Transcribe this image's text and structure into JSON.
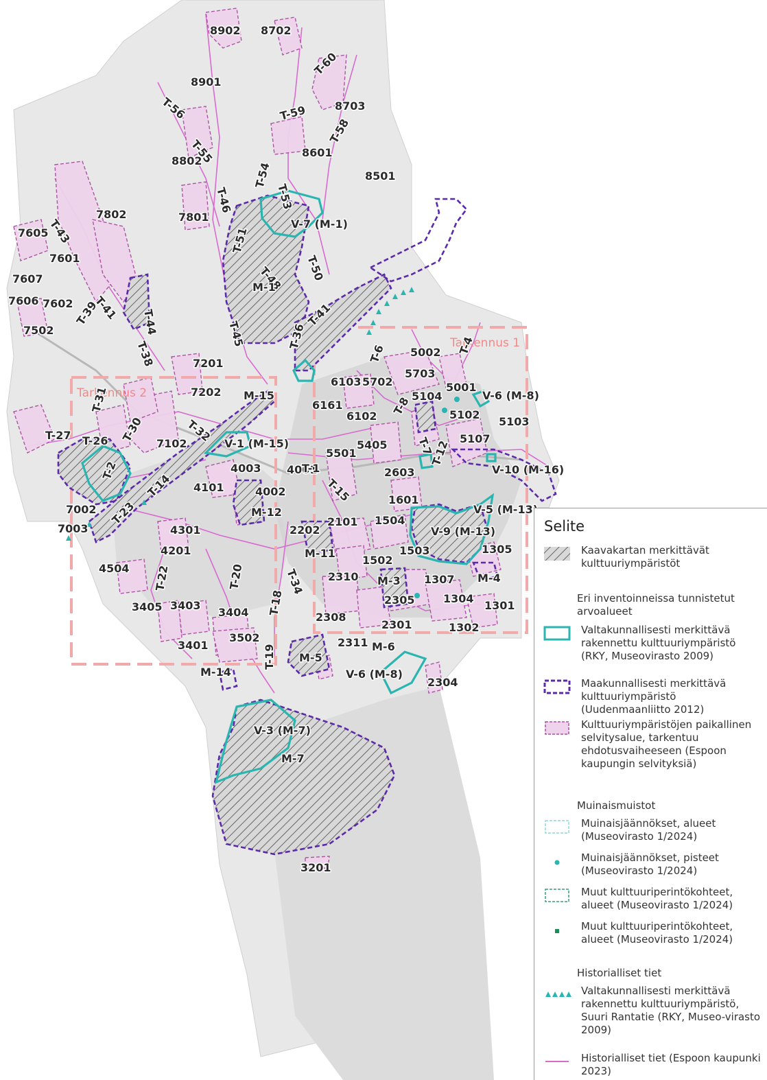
{
  "map": {
    "tarkennus_1": "Tarkennus 1",
    "tarkennus_2": "Tarkennus 2",
    "labels": [
      "8902",
      "8702",
      "8901",
      "T-56",
      "T-60",
      "T-59",
      "8703",
      "T-55",
      "T-58",
      "8802",
      "8601",
      "T-46",
      "T-54",
      "T-53",
      "8501",
      "T-43",
      "7802",
      "7801",
      "V-7 (M-1)",
      "7605",
      "7601",
      "T-51",
      "T-48",
      "T-50",
      "7607",
      "7606",
      "7602",
      "T-41",
      "T-44",
      "T-39",
      "M-1",
      "7502",
      "T-45",
      "T-41",
      "T-36",
      "T-38",
      "5002",
      "T-4",
      "T-6",
      "7201",
      "6103",
      "5702",
      "5703",
      "5001",
      "V-6 (M-8)",
      "7202",
      "M-15",
      "6161",
      "5104",
      "T-8",
      "5102",
      "5103",
      "T-31",
      "6102",
      "T-30",
      "T-27",
      "T-26",
      "7102",
      "T-32",
      "V-1 (M-15)",
      "T-7",
      "5107",
      "5501",
      "5405",
      "T-2",
      "4003",
      "4001",
      "T-1",
      "T-12",
      "V-10 (M-16)",
      "2603",
      "T-15",
      "T-14",
      "4101",
      "4002",
      "7002",
      "1601",
      "V-5 (M-13)",
      "7003",
      "T-23",
      "M-12",
      "4301",
      "2101",
      "1504",
      "V-9 (M-13)",
      "2202",
      "4201",
      "M-11",
      "1503",
      "1305",
      "1502",
      "4504",
      "T-22",
      "T-20",
      "T-34",
      "2310",
      "M-3",
      "1307",
      "M-4",
      "2305",
      "1304",
      "1301",
      "3405",
      "3403",
      "3404",
      "T-18",
      "2308",
      "2301",
      "1302",
      "3401",
      "3502",
      "2311",
      "M-6",
      "M-5",
      "T-19",
      "M-14",
      "V-6 (M-8)",
      "2304",
      "V-3 (M-7)",
      "M-7",
      "3201"
    ]
  },
  "legend": {
    "title": "Selite",
    "items": [
      {
        "label": "Kaavakartan merkittävät kulttuuriympäristöt"
      },
      {
        "group": "Eri inventoinneissa tunnistetut arvoalueet"
      },
      {
        "label": "Valtakunnallisesti merkittävä rakennettu kulttuuriympäristö (RKY, Museovirasto 2009)"
      },
      {
        "label": "Maakunnallisesti merkittävä kulttuuriympäristö (Uudenmaanliitto 2012)"
      },
      {
        "label": "Kulttuuriympäristöjen paikallinen selvitysalue, tarkentuu ehdotusvaiheeseen (Espoon kaupungin selvityksiä)"
      },
      {
        "group": "Muinaismuistot"
      },
      {
        "label": "Muinaisjäännökset, alueet (Museovirasto 1/2024)"
      },
      {
        "label": "Muinaisjäännökset, pisteet (Museovirasto 1/2024)"
      },
      {
        "label": "Muut kulttuuriperintökohteet, alueet (Museovirasto 1/2024)"
      },
      {
        "label": "Muut kulttuuriperintökohteet, alueet (Museovirasto 1/2024)"
      },
      {
        "group": "Historialliset tiet"
      },
      {
        "label": "Valtakunnallisesti merkittävä rakennettu kulttuuriympäristö, Suuri Rantatie (RKY, Museo-virasto 2009)"
      },
      {
        "label": "Historialliset tiet (Espoon kaupunki 2023)"
      }
    ]
  },
  "colors": {
    "teal": "#2bb5b0",
    "purple": "#5b2aa8",
    "pink_fill": "#efd3ec",
    "pink_stroke": "#a64ea0",
    "road": "#d86ad0",
    "salmon": "#f2a9a9",
    "map_bg": "#e9e9e9"
  }
}
